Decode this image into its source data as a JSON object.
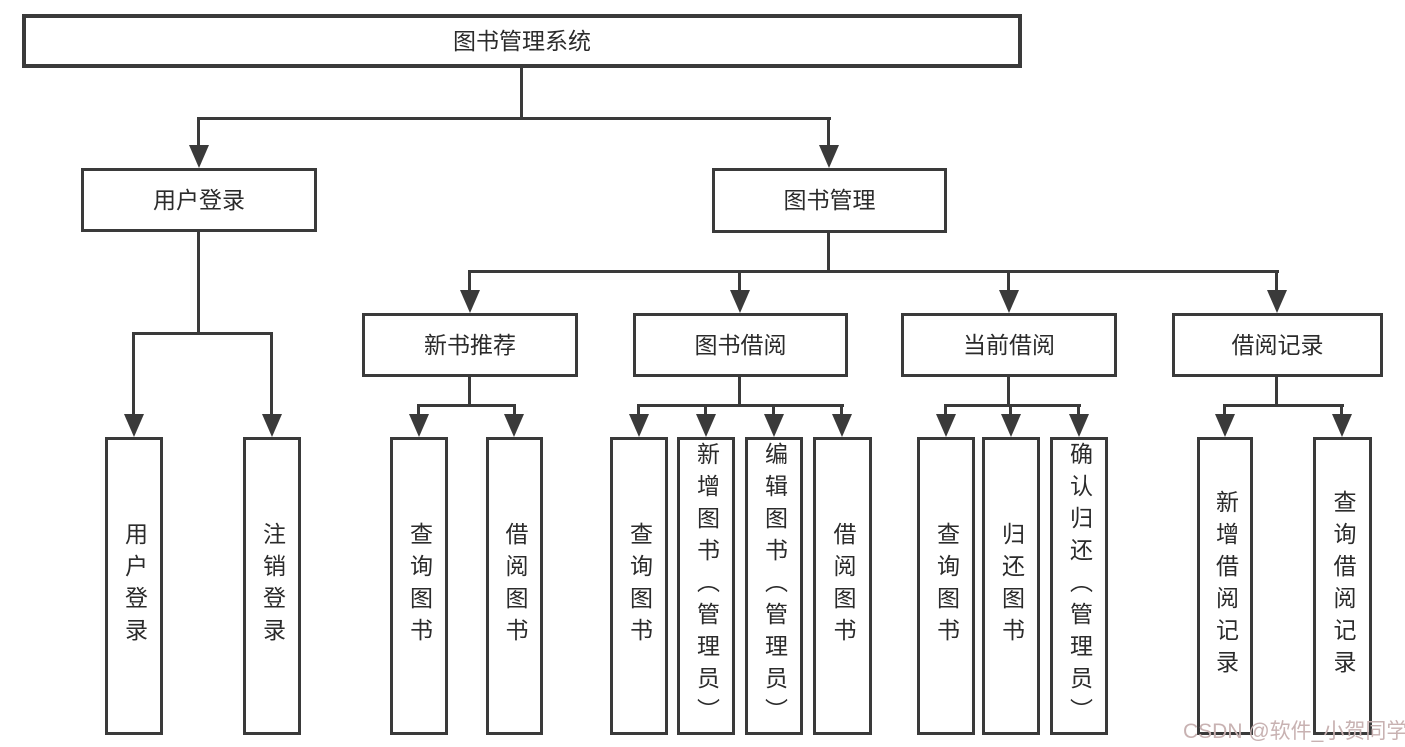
{
  "colors": {
    "background": "#ffffff",
    "line": "#3a3a3a",
    "text": "#2b2b2b",
    "box_fill": "#ffffff",
    "watermark": "#c8b2b2"
  },
  "tree": {
    "root": "图书管理系统",
    "branches": [
      {
        "label": "用户登录",
        "children": [
          "用户登录",
          "注销登录"
        ]
      },
      {
        "label": "图书管理",
        "children": [
          {
            "label": "新书推荐",
            "children": [
              "查询图书",
              "借阅图书"
            ]
          },
          {
            "label": "图书借阅",
            "children": [
              "查询图书",
              "新增图书（管理员）",
              "编辑图书（管理员）",
              "借阅图书"
            ]
          },
          {
            "label": "当前借阅",
            "children": [
              "查询图书",
              "归还图书",
              "确认归还（管理员）"
            ]
          },
          {
            "label": "借阅记录",
            "children": [
              "新增借阅记录",
              "查询借阅记录"
            ]
          }
        ]
      }
    ]
  },
  "watermark": {
    "text": "CSDN @软件_小贺同学"
  }
}
